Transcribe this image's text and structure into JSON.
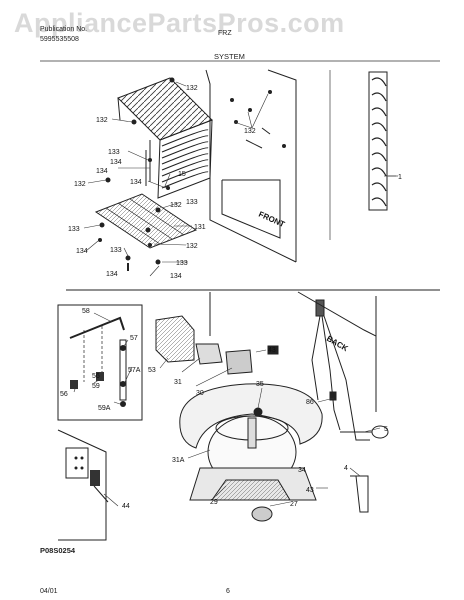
{
  "watermark": "AppliancePartsPros.com",
  "header": {
    "left_top": "Publication No.",
    "left_bottom": "5995535508",
    "center_top": "FRZ",
    "section": "SYSTEM"
  },
  "footer": {
    "date": "04/01",
    "page": "6",
    "figure_id": "P08S0254"
  },
  "labels": {
    "c132a": "132",
    "c132b": "132",
    "c132c": "132",
    "c132d": "132",
    "c132e": "132",
    "c133a": "133",
    "c133b": "133",
    "c133c": "133",
    "c133d": "133",
    "c133e": "133",
    "c134a": "134",
    "c134b": "134",
    "c134c": "134",
    "c134d": "134",
    "c134e": "134",
    "c15": "15",
    "c131": "131",
    "c1": "1",
    "front": "FRONT",
    "back": "BACK",
    "c58": "58",
    "c57": "57",
    "c59": "59",
    "c56": "56",
    "c57a": "57A",
    "c59a": "59A",
    "c53": "53",
    "c31": "31",
    "c30": "30",
    "c43a": "43",
    "c43b": "43",
    "c35": "35",
    "c86": "86",
    "c5": "5",
    "c31a": "31A",
    "c29": "29",
    "c34": "34",
    "c27": "27",
    "c4": "4",
    "c44": "44"
  }
}
